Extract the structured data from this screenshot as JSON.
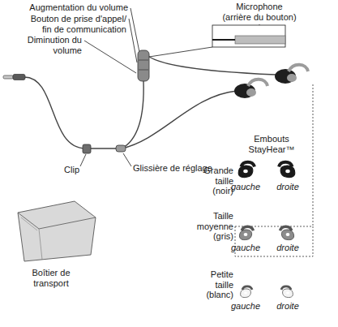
{
  "diagram": {
    "labels": [
      "Augmentation du volume",
      "Microphone (arrière du bouton)",
      "Bouton de prise d'appel/ fin de communication",
      "Diminution du volume",
      "Clip",
      "Glissière de réglage",
      "Embouts StayHear™",
      "Grande taille (noir)",
      "gauche",
      "droite",
      "Taille moyenne (gris)",
      "gauche",
      "droite",
      "Boîtier de transport",
      "Petite taille (blanc)",
      "gauche",
      "droite"
    ]
  }
}
